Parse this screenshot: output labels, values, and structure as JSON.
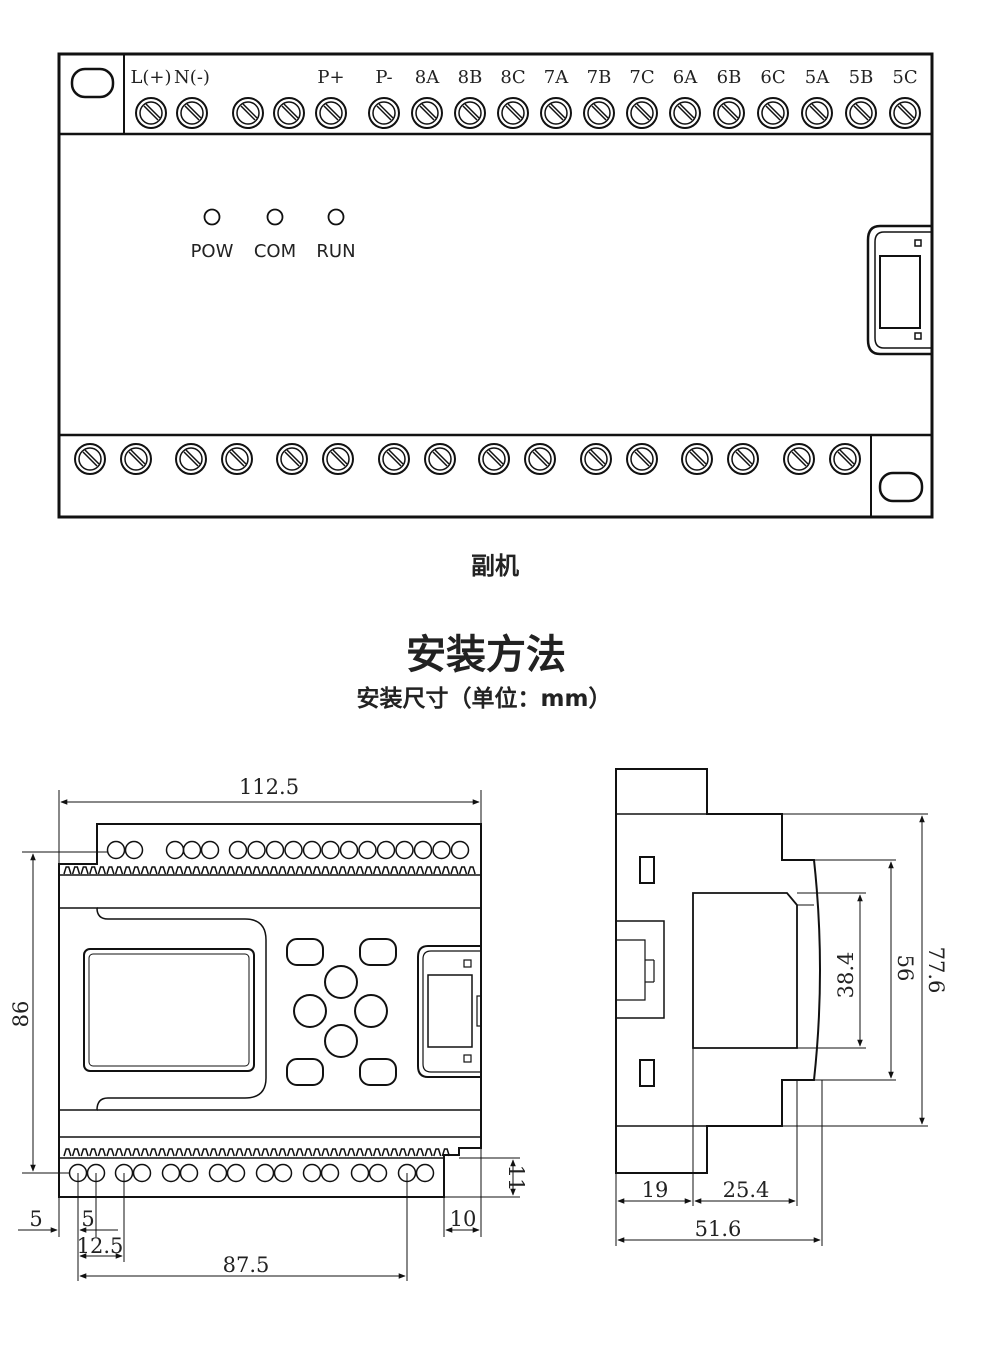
{
  "top_unit": {
    "terminal_labels": [
      "L(+)",
      "N(-)",
      "",
      "",
      "P+",
      "P-",
      "8A",
      "8B",
      "8C",
      "7A",
      "7B",
      "7C",
      "6A",
      "6B",
      "6C",
      "5A",
      "5B",
      "5C"
    ],
    "leds": [
      "POW",
      "COM",
      "RUN"
    ],
    "caption": "副机"
  },
  "section": {
    "title": "安装方法",
    "subtitle": "安装尺寸（单位：mm）"
  },
  "front_view": {
    "width_dim": "112.5",
    "height_dim": "86",
    "dim_5a": "5",
    "dim_5b": "5",
    "dim_12_5": "12.5",
    "dim_87_5": "87.5",
    "dim_10": "10",
    "dim_11": "11"
  },
  "side_view": {
    "dim_19": "19",
    "dim_25_4": "25.4",
    "dim_51_6": "51.6",
    "dim_38_4": "38.4",
    "dim_56": "56",
    "dim_77_6": "77.6"
  }
}
